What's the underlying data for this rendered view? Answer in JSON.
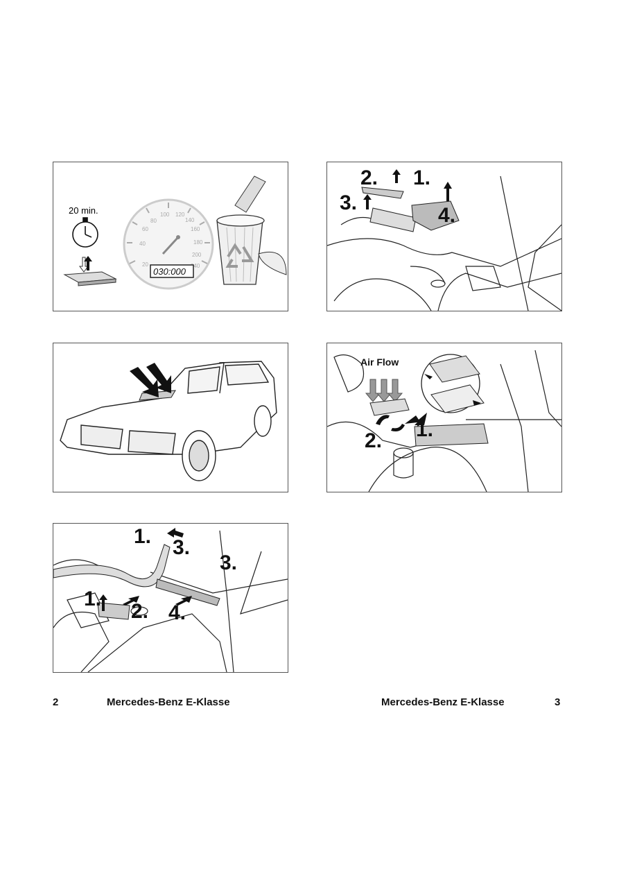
{
  "panels": {
    "p1": {
      "timer_label": "20 min.",
      "odometer": "030:000",
      "speed_ticks": [
        "20",
        "40",
        "60",
        "80",
        "100",
        "120",
        "140",
        "160",
        "180",
        "200",
        "240"
      ]
    },
    "p2": {
      "steps": [
        "1.",
        "2.",
        "3.",
        "4."
      ]
    },
    "p3": {},
    "p4": {
      "airflow_label": "Air Flow",
      "steps": [
        "1.",
        "2."
      ]
    },
    "p5": {
      "steps": [
        "1.",
        "1.",
        "2.",
        "3.",
        "3.",
        "4."
      ]
    }
  },
  "footer": {
    "left_page": "2",
    "left_title": "Mercedes-Benz E-Klasse",
    "right_title": "Mercedes-Benz E-Klasse",
    "right_page": "3"
  }
}
